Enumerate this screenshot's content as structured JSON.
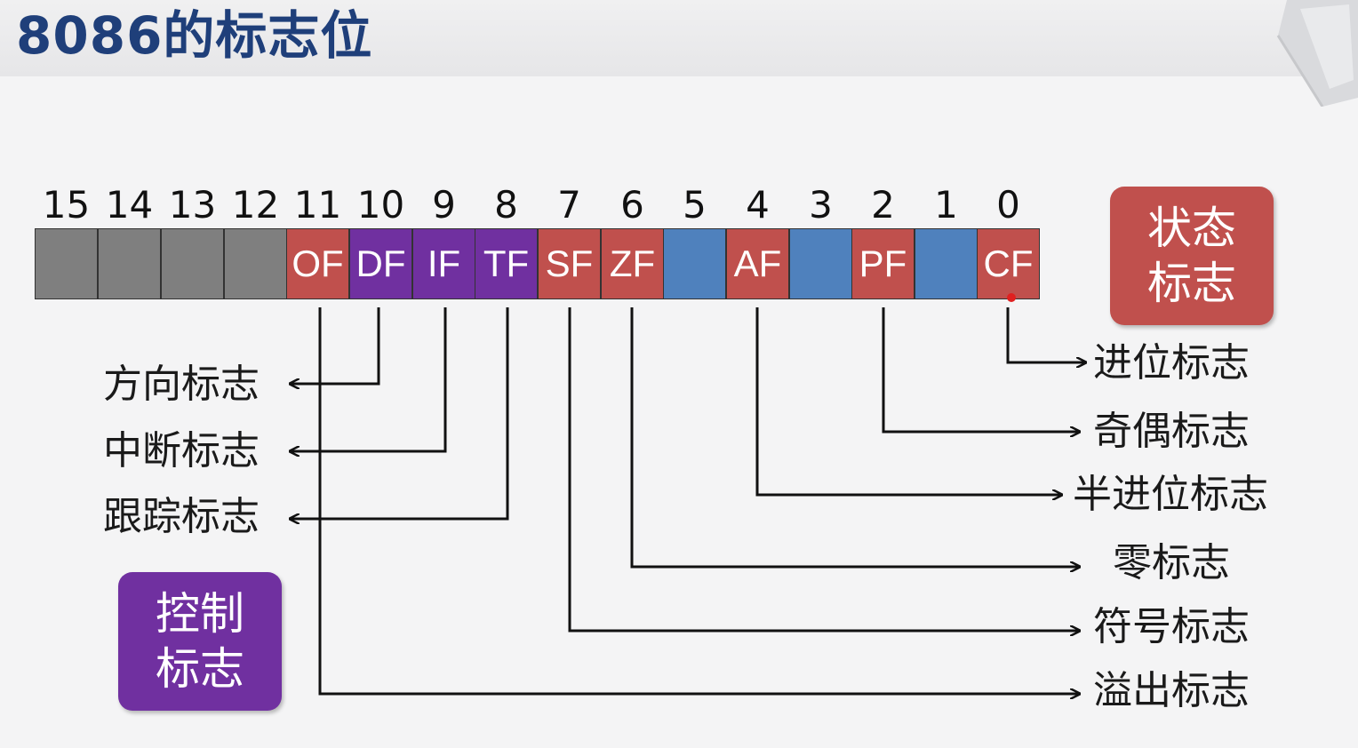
{
  "title": "8086的标志位",
  "bits": [
    "15",
    "14",
    "13",
    "12",
    "11",
    "10",
    "9",
    "8",
    "7",
    "6",
    "5",
    "4",
    "3",
    "2",
    "1",
    "0"
  ],
  "cells": [
    {
      "label": "",
      "kind": "gray"
    },
    {
      "label": "",
      "kind": "gray"
    },
    {
      "label": "",
      "kind": "gray"
    },
    {
      "label": "",
      "kind": "gray"
    },
    {
      "label": "OF",
      "kind": "red"
    },
    {
      "label": "DF",
      "kind": "purple"
    },
    {
      "label": "IF",
      "kind": "purple"
    },
    {
      "label": "TF",
      "kind": "purple"
    },
    {
      "label": "SF",
      "kind": "red"
    },
    {
      "label": "ZF",
      "kind": "red"
    },
    {
      "label": "",
      "kind": "blue"
    },
    {
      "label": "AF",
      "kind": "red"
    },
    {
      "label": "",
      "kind": "blue"
    },
    {
      "label": "PF",
      "kind": "red"
    },
    {
      "label": "",
      "kind": "blue"
    },
    {
      "label": "CF",
      "kind": "red"
    }
  ],
  "left_labels": {
    "direction": "方向标志",
    "interrupt": "中断标志",
    "trace": "跟踪标志"
  },
  "right_labels": {
    "carry": "进位标志",
    "parity": "奇偶标志",
    "aux_carry": "半进位标志",
    "zero": "零标志",
    "sign": "符号标志",
    "overflow": "溢出标志"
  },
  "status_box": {
    "line1": "状态",
    "line2": "标志"
  },
  "control_box": {
    "line1": "控制",
    "line2": "标志"
  },
  "colors": {
    "status": "#c0504d",
    "control": "#7030a0",
    "reserved": "#7f7f7f",
    "unused": "#4f81bd",
    "title": "#1f3f7a"
  }
}
